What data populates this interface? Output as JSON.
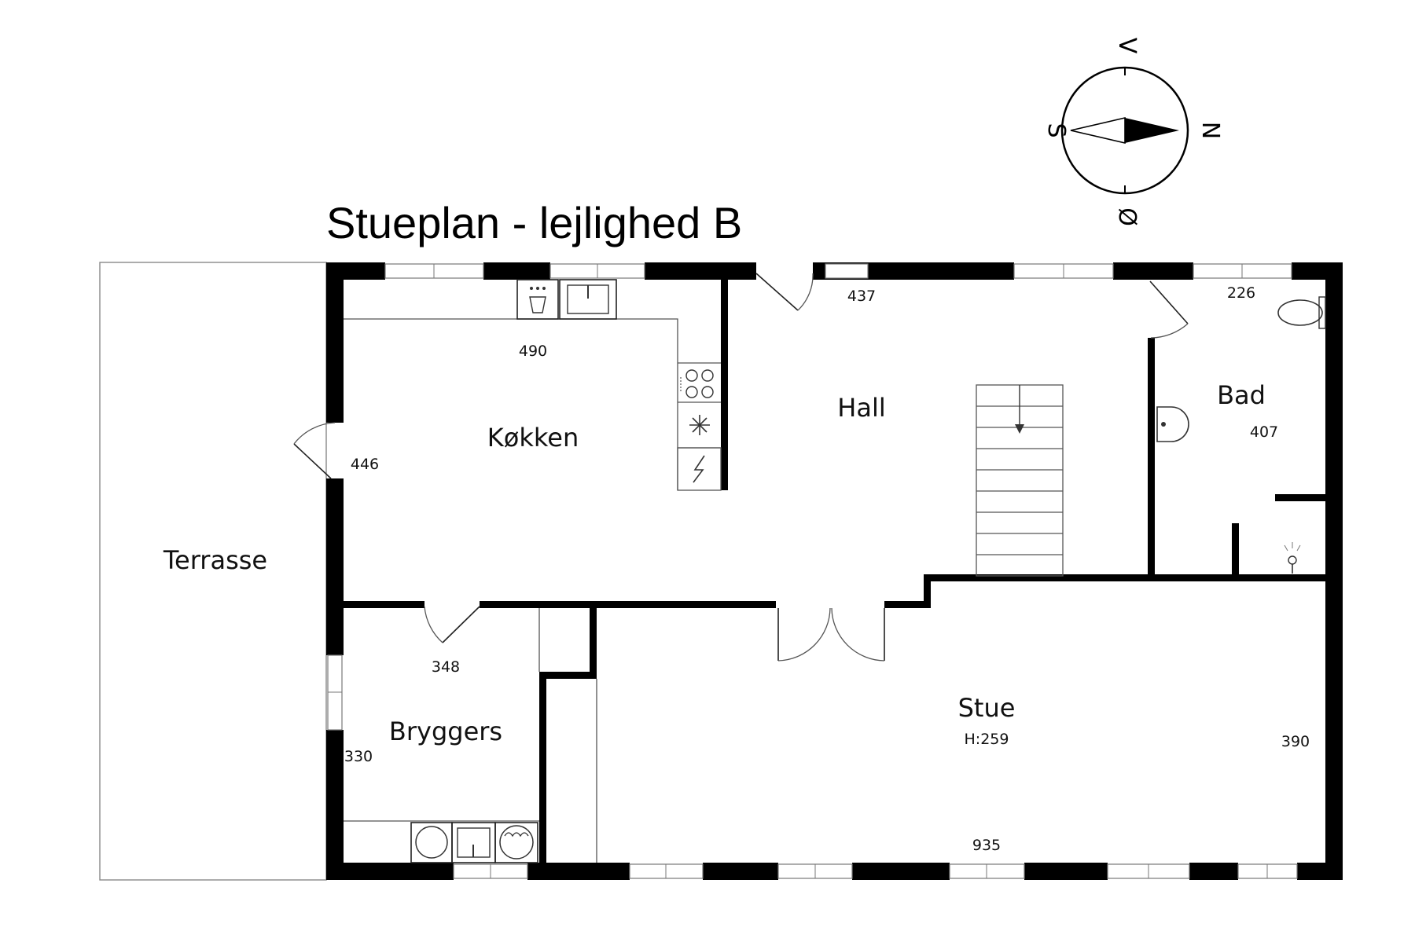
{
  "title": "Stueplan - lejlighed B",
  "compass": {
    "north": "N",
    "south": "S",
    "west": "V",
    "east": "Ø"
  },
  "rooms": {
    "terrasse": {
      "label": "Terrasse"
    },
    "kokken": {
      "label": "Køkken",
      "dim_top": "490",
      "dim_left": "446"
    },
    "hall": {
      "label": "Hall",
      "dim_top": "437"
    },
    "bad": {
      "label": "Bad",
      "dim_top": "226",
      "dim_right": "407"
    },
    "bryggers": {
      "label": "Bryggers",
      "dim_top": "348",
      "dim_left": "330"
    },
    "stue": {
      "label": "Stue",
      "height": "H:259",
      "dim_right": "390",
      "dim_bottom": "935"
    }
  }
}
